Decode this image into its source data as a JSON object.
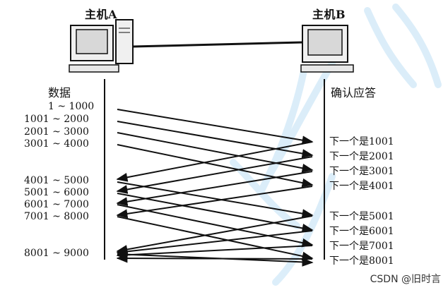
{
  "host_a": {
    "label": "主机A"
  },
  "host_b": {
    "label": "主机B"
  },
  "left_title": "数据",
  "right_title": "确认应答",
  "segments": [
    "1 ~ 1000",
    "1001 ~ 2000",
    "2001 ~ 3000",
    "3001 ~ 4000",
    "4001 ~ 5000",
    "5001 ~ 6000",
    "6001 ~ 7000",
    "7001 ~ 8000",
    "8001 ~ 9000"
  ],
  "acks": [
    "下一个是1001",
    "下一个是2001",
    "下一个是3001",
    "下一个是4001",
    "下一个是5001",
    "下一个是6001",
    "下一个是7001",
    "下一个是8001"
  ],
  "watermark": "CSDN @旧时言",
  "colors": {
    "line": "#111111",
    "watermark_overlay": "#bfe0f5"
  },
  "icons": [
    "computer-icon",
    "computer-icon"
  ]
}
